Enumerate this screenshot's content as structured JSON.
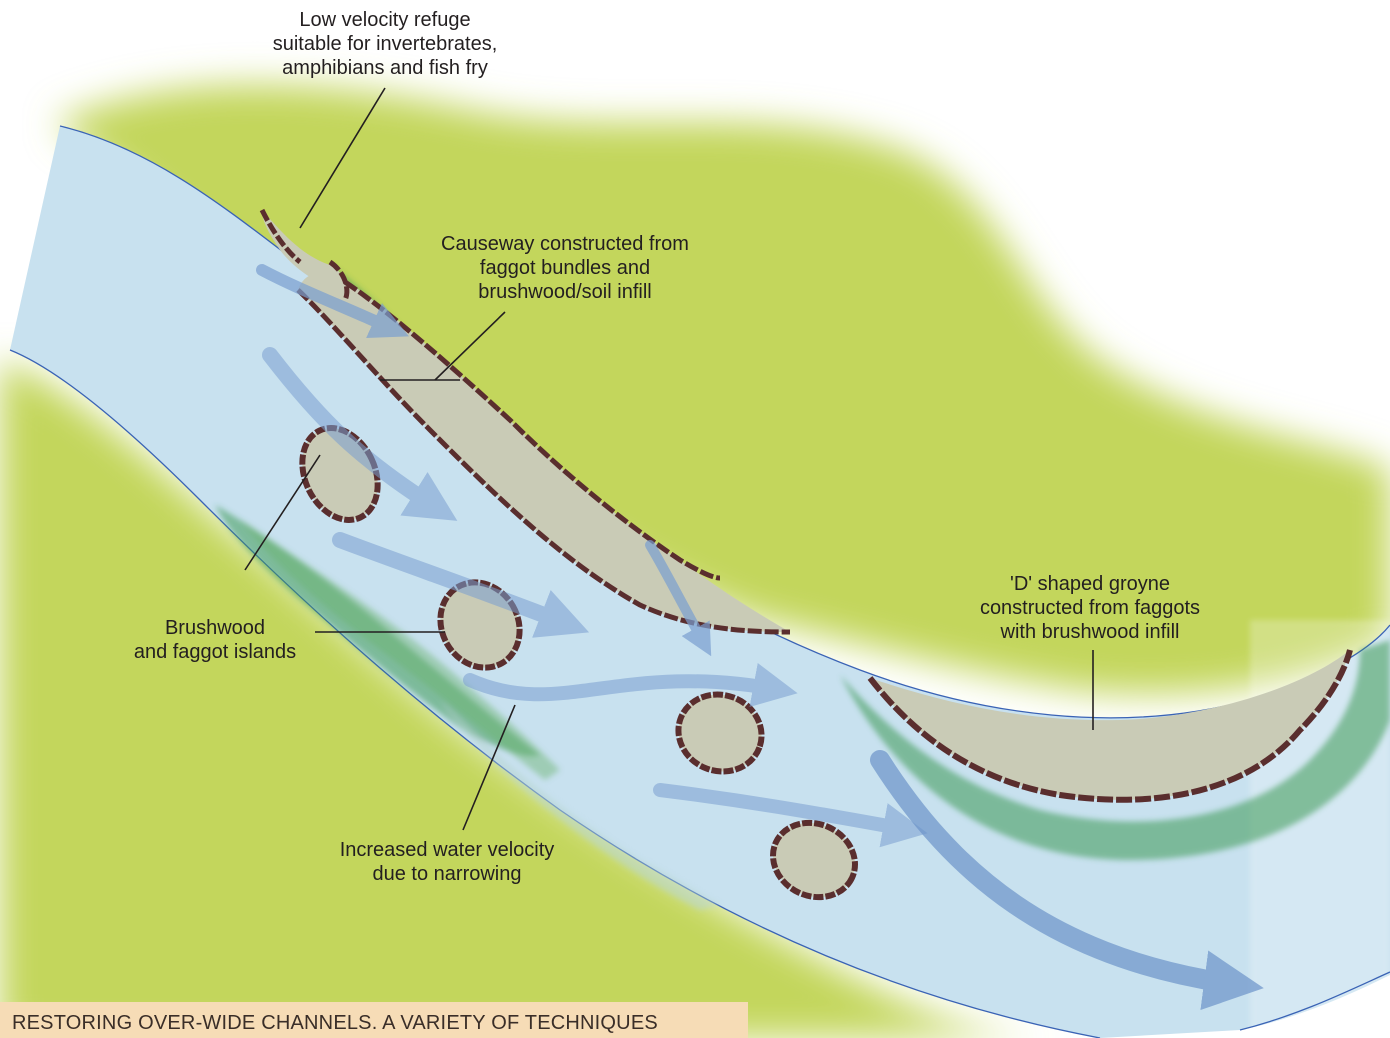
{
  "labels": {
    "refuge": "Low velocity refuge\nsuitable for invertebrates,\namphibians and fish fry",
    "causeway": "Causeway constructed from\nfaggot bundles and\nbrushwood/soil infill",
    "islands": "Brushwood\nand faggot islands",
    "groyne": "'D' shaped groyne\nconstructed from faggots\nwith brushwood infill",
    "velocity": "Increased water velocity\ndue to narrowing"
  },
  "caption": "RESTORING OVER-WIDE CHANNELS. A VARIETY OF TECHNIQUES",
  "colors": {
    "grass": "#c3d65c",
    "water": "#c8e1ef",
    "bank_line": "#3a63b5",
    "infill": "#c9cbb6",
    "faggot": "#5a2e2e",
    "vegetation": "#3e9a55",
    "flow_arrow": "#7a9fd0",
    "caption_bg": "#f6dcb6"
  }
}
